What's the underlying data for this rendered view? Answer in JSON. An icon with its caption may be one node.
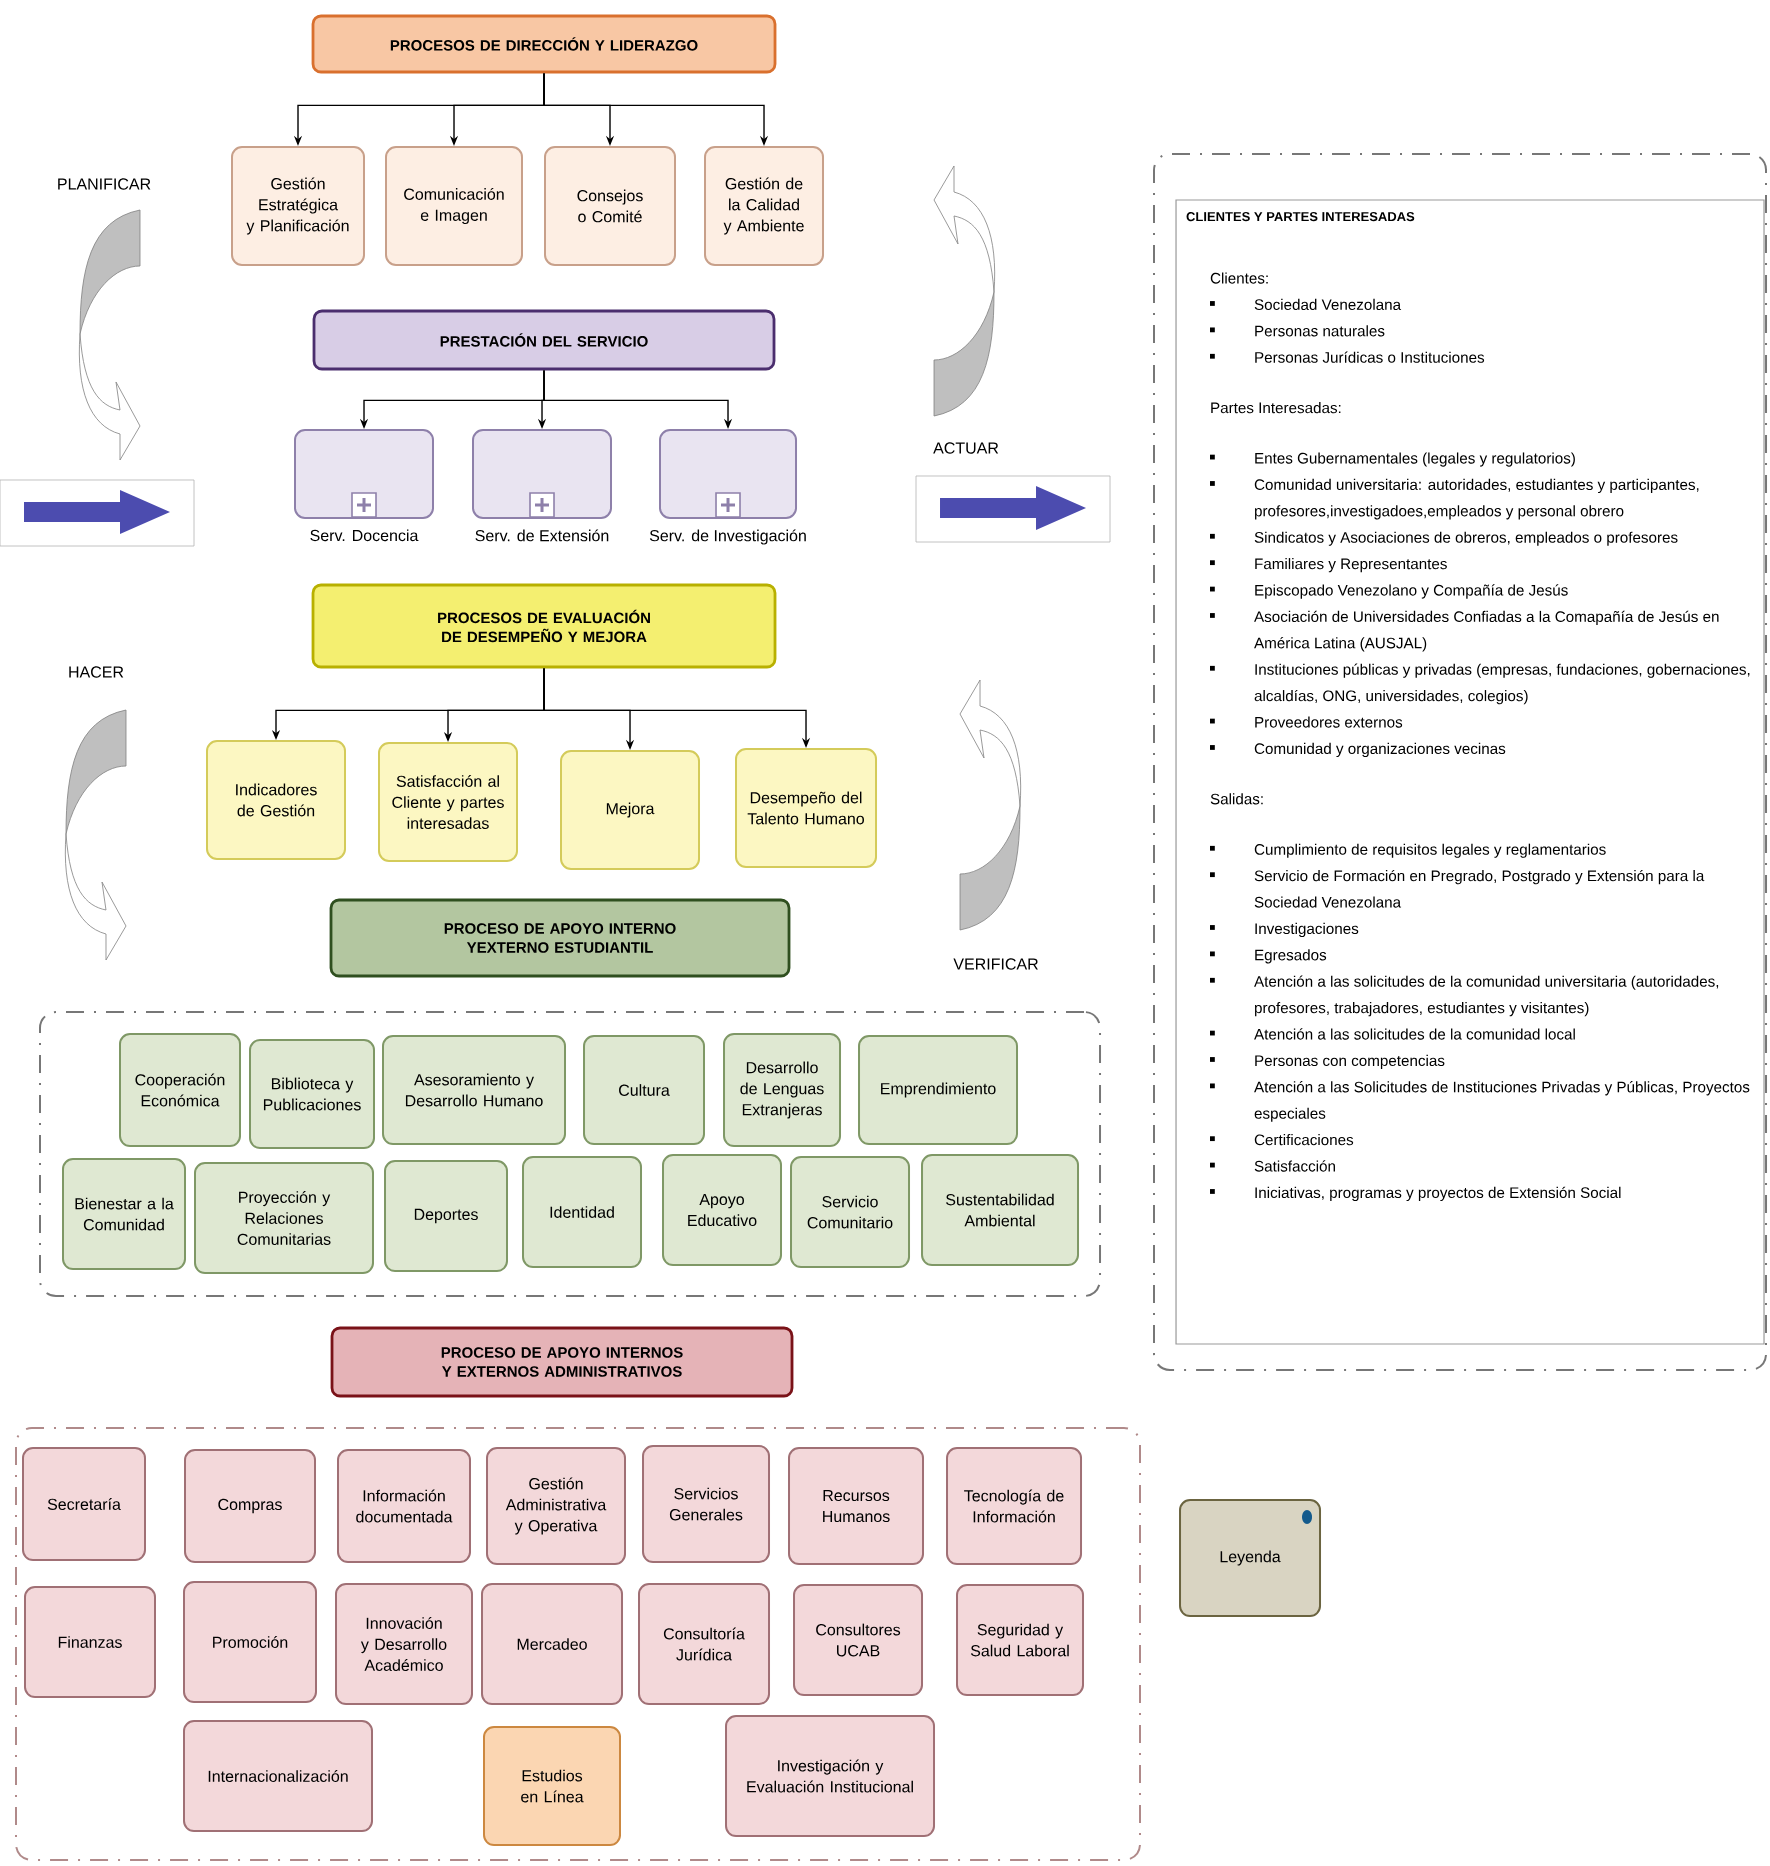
{
  "diagram": {
    "nodes": [
      {
        "text": [
          "PROCESOS DE DIRECCIÓN Y LIDERAZGO"
        ]
      },
      {
        "text": [
          "Gestión Estratégica y Planificación"
        ]
      },
      {
        "text": [
          "Comunicación e Imagen"
        ]
      },
      {
        "text": [
          "Consejos o Comité"
        ]
      },
      {
        "text": [
          "Gestión de la Calidad y Ambiente"
        ]
      },
      {
        "text": [
          "PRESTACIÓN DEL SERVICIO"
        ]
      },
      {
        "text": [],
        "shape": "box",
        "beside": [
          "Serv. Docencia"
        ]
      },
      {
        "text": [],
        "shape": "box",
        "beside": [
          "Serv. de Extensión"
        ]
      },
      {
        "text": [],
        "shape": "box",
        "beside": [
          "Serv. de Investigación"
        ]
      },
      {
        "text": [
          "PROCESOS DE EVALUACIÓN DE DESEMPEÑO Y MEJORA"
        ]
      },
      {
        "text": [
          "Indicadores de Gestión"
        ]
      },
      {
        "text": [
          "Satisfacción al Cliente y partes interesadas"
        ]
      },
      {
        "text": [
          "Mejora"
        ]
      },
      {
        "text": [
          "Desempeño del Talento Humano"
        ]
      },
      {
        "text": [
          "PROCESO DE APOYO INTERNO YEXTERNO ESTUDIANTIL"
        ]
      },
      {
        "text": [],
        "shape": "box"
      },
      {
        "text": [
          "Cooperación Económica"
        ],
        "in": 15
      },
      {
        "text": [
          "Biblioteca y Publicaciones"
        ],
        "in": 15
      },
      {
        "text": [
          "Asesoramiento y Desarrollo Humano"
        ],
        "in": 15
      },
      {
        "text": [
          "Cultura"
        ],
        "in": 15
      },
      {
        "text": [
          "Desarrollo de Lenguas Extranjeras"
        ],
        "in": 15
      },
      {
        "text": [
          "Emprendimiento"
        ],
        "in": 15
      },
      {
        "text": [
          "Bienestar a la Comunidad"
        ],
        "in": 15
      },
      {
        "text": [
          "Proyección y Relaciones Comunitarias"
        ],
        "in": 15
      },
      {
        "text": [
          "Deportes"
        ],
        "in": 15
      },
      {
        "text": [
          "Identidad"
        ],
        "in": 15
      },
      {
        "text": [
          "Apoyo Educativo"
        ],
        "in": 15
      },
      {
        "text": [
          "Servicio Comunitario"
        ],
        "in": 15
      },
      {
        "text": [
          "Sustentabilidad Ambiental"
        ],
        "in": 15
      },
      {
        "text": [
          "PROCESO DE APOYO INTERNOS Y EXTERNOS ADMINISTRATIVOS"
        ]
      },
      {
        "text": [],
        "shape": "box"
      },
      {
        "text": [
          "Secretaría"
        ],
        "in": 30
      },
      {
        "text": [
          "Compras"
        ],
        "in": 30
      },
      {
        "text": [
          "Información documentada"
        ],
        "in": 30
      },
      {
        "text": [
          "Gestión Administrativa y Operativa"
        ],
        "in": 30
      },
      {
        "text": [
          "Servicios Generales"
        ],
        "in": 30
      },
      {
        "text": [
          "Recursos Humanos"
        ],
        "in": 30
      },
      {
        "text": [
          "Tecnología de Información"
        ],
        "in": 30
      },
      {
        "text": [
          "Finanzas"
        ],
        "in": 30
      },
      {
        "text": [
          "Promoción"
        ],
        "in": 30
      },
      {
        "text": [
          "Innovación y Desarrollo Académico"
        ],
        "in": 30
      },
      {
        "text": [
          "Mercadeo"
        ],
        "in": 30
      },
      {
        "text": [
          "Consultoría Jurídica"
        ],
        "in": 30
      },
      {
        "text": [
          "Consultores UCAB"
        ],
        "in": 30
      },
      {
        "text": [
          "Seguridad y Salud Laboral"
        ],
        "in": 30
      },
      {
        "text": [
          "Internacionalización"
        ],
        "in": 30
      },
      {
        "text": [
          "Estudios en Línea"
        ],
        "in": 30
      },
      {
        "text": [
          "Investigación y Evaluación Institucional"
        ],
        "in": 30
      },
      {
        "text": [],
        "shape": "box"
      },
      {
        "text": [
          "CLIENTES Y PARTES INTERESADAS",
          "Clientes:",
          "Sociedad Venezolana",
          "Personas naturales",
          "Personas Jurídicas o Instituciones",
          "Partes Interesadas:",
          "Entes Gubernamentales (legales y regulatorios)",
          "Comunidad universitaria: autoridades, estudiantes y participantes, profesores,investigadoes,empleados y personal obrero",
          "Sindicatos y Asociaciones de obreros, empleados o profesores",
          "Familiares y Representantes",
          "Episcopado Venezolano y Compañía de Jesús",
          "Asociación de Universidades Confiadas a la Comapañía de Jesús en América Latina (AUSJAL)",
          "Instituciones públicas y privadas (empresas, fundaciones, gobernaciones, alcaldías, ONG, universidades, colegios)",
          "Proveedores externos",
          "Comunidad y organizaciones vecinas",
          "Salidas:",
          "Cumplimiento de requisitos legales y reglamentarios",
          "Servicio de Formación en Pregrado, Postgrado y Extensión para la Sociedad Venezolana",
          "Investigaciones",
          "Egresados",
          "Atención a las solicitudes de la comunidad universitaria (autoridades, profesores, trabajadores, estudiantes y visitantes)",
          "Atención a las solicitudes de la comunidad local",
          "Personas con competencias",
          "Atención a las Solicitudes de Instituciones Privadas y Públicas, Proyectos especiales",
          "Certificaciones",
          "Satisfacción",
          "Iniciativas, programas y proyectos de Extensión Social"
        ],
        "in": 48
      },
      {
        "text": [
          "Leyenda"
        ]
      }
    ],
    "edges": [
      {
        "from": 0,
        "to": 1,
        "arrow": "to"
      },
      {
        "from": 0,
        "to": 2,
        "arrow": "to"
      },
      {
        "from": 0,
        "to": 3,
        "arrow": "to"
      },
      {
        "from": 0,
        "to": 4,
        "arrow": "to"
      },
      {
        "from": 5,
        "to": 6,
        "arrow": "to"
      },
      {
        "from": 5,
        "to": 7,
        "arrow": "to"
      },
      {
        "from": 5,
        "to": 8,
        "arrow": "to"
      },
      {
        "from": 9,
        "to": 10,
        "arrow": "to"
      },
      {
        "from": 9,
        "to": 11,
        "arrow": "to"
      },
      {
        "from": 9,
        "to": 12,
        "arrow": "to"
      },
      {
        "from": 9,
        "to": 13,
        "arrow": "to"
      }
    ],
    "labels": [
      "PLANIFICAR",
      "ACTUAR",
      "HACER",
      "VERIFICAR"
    ]
  }
}
